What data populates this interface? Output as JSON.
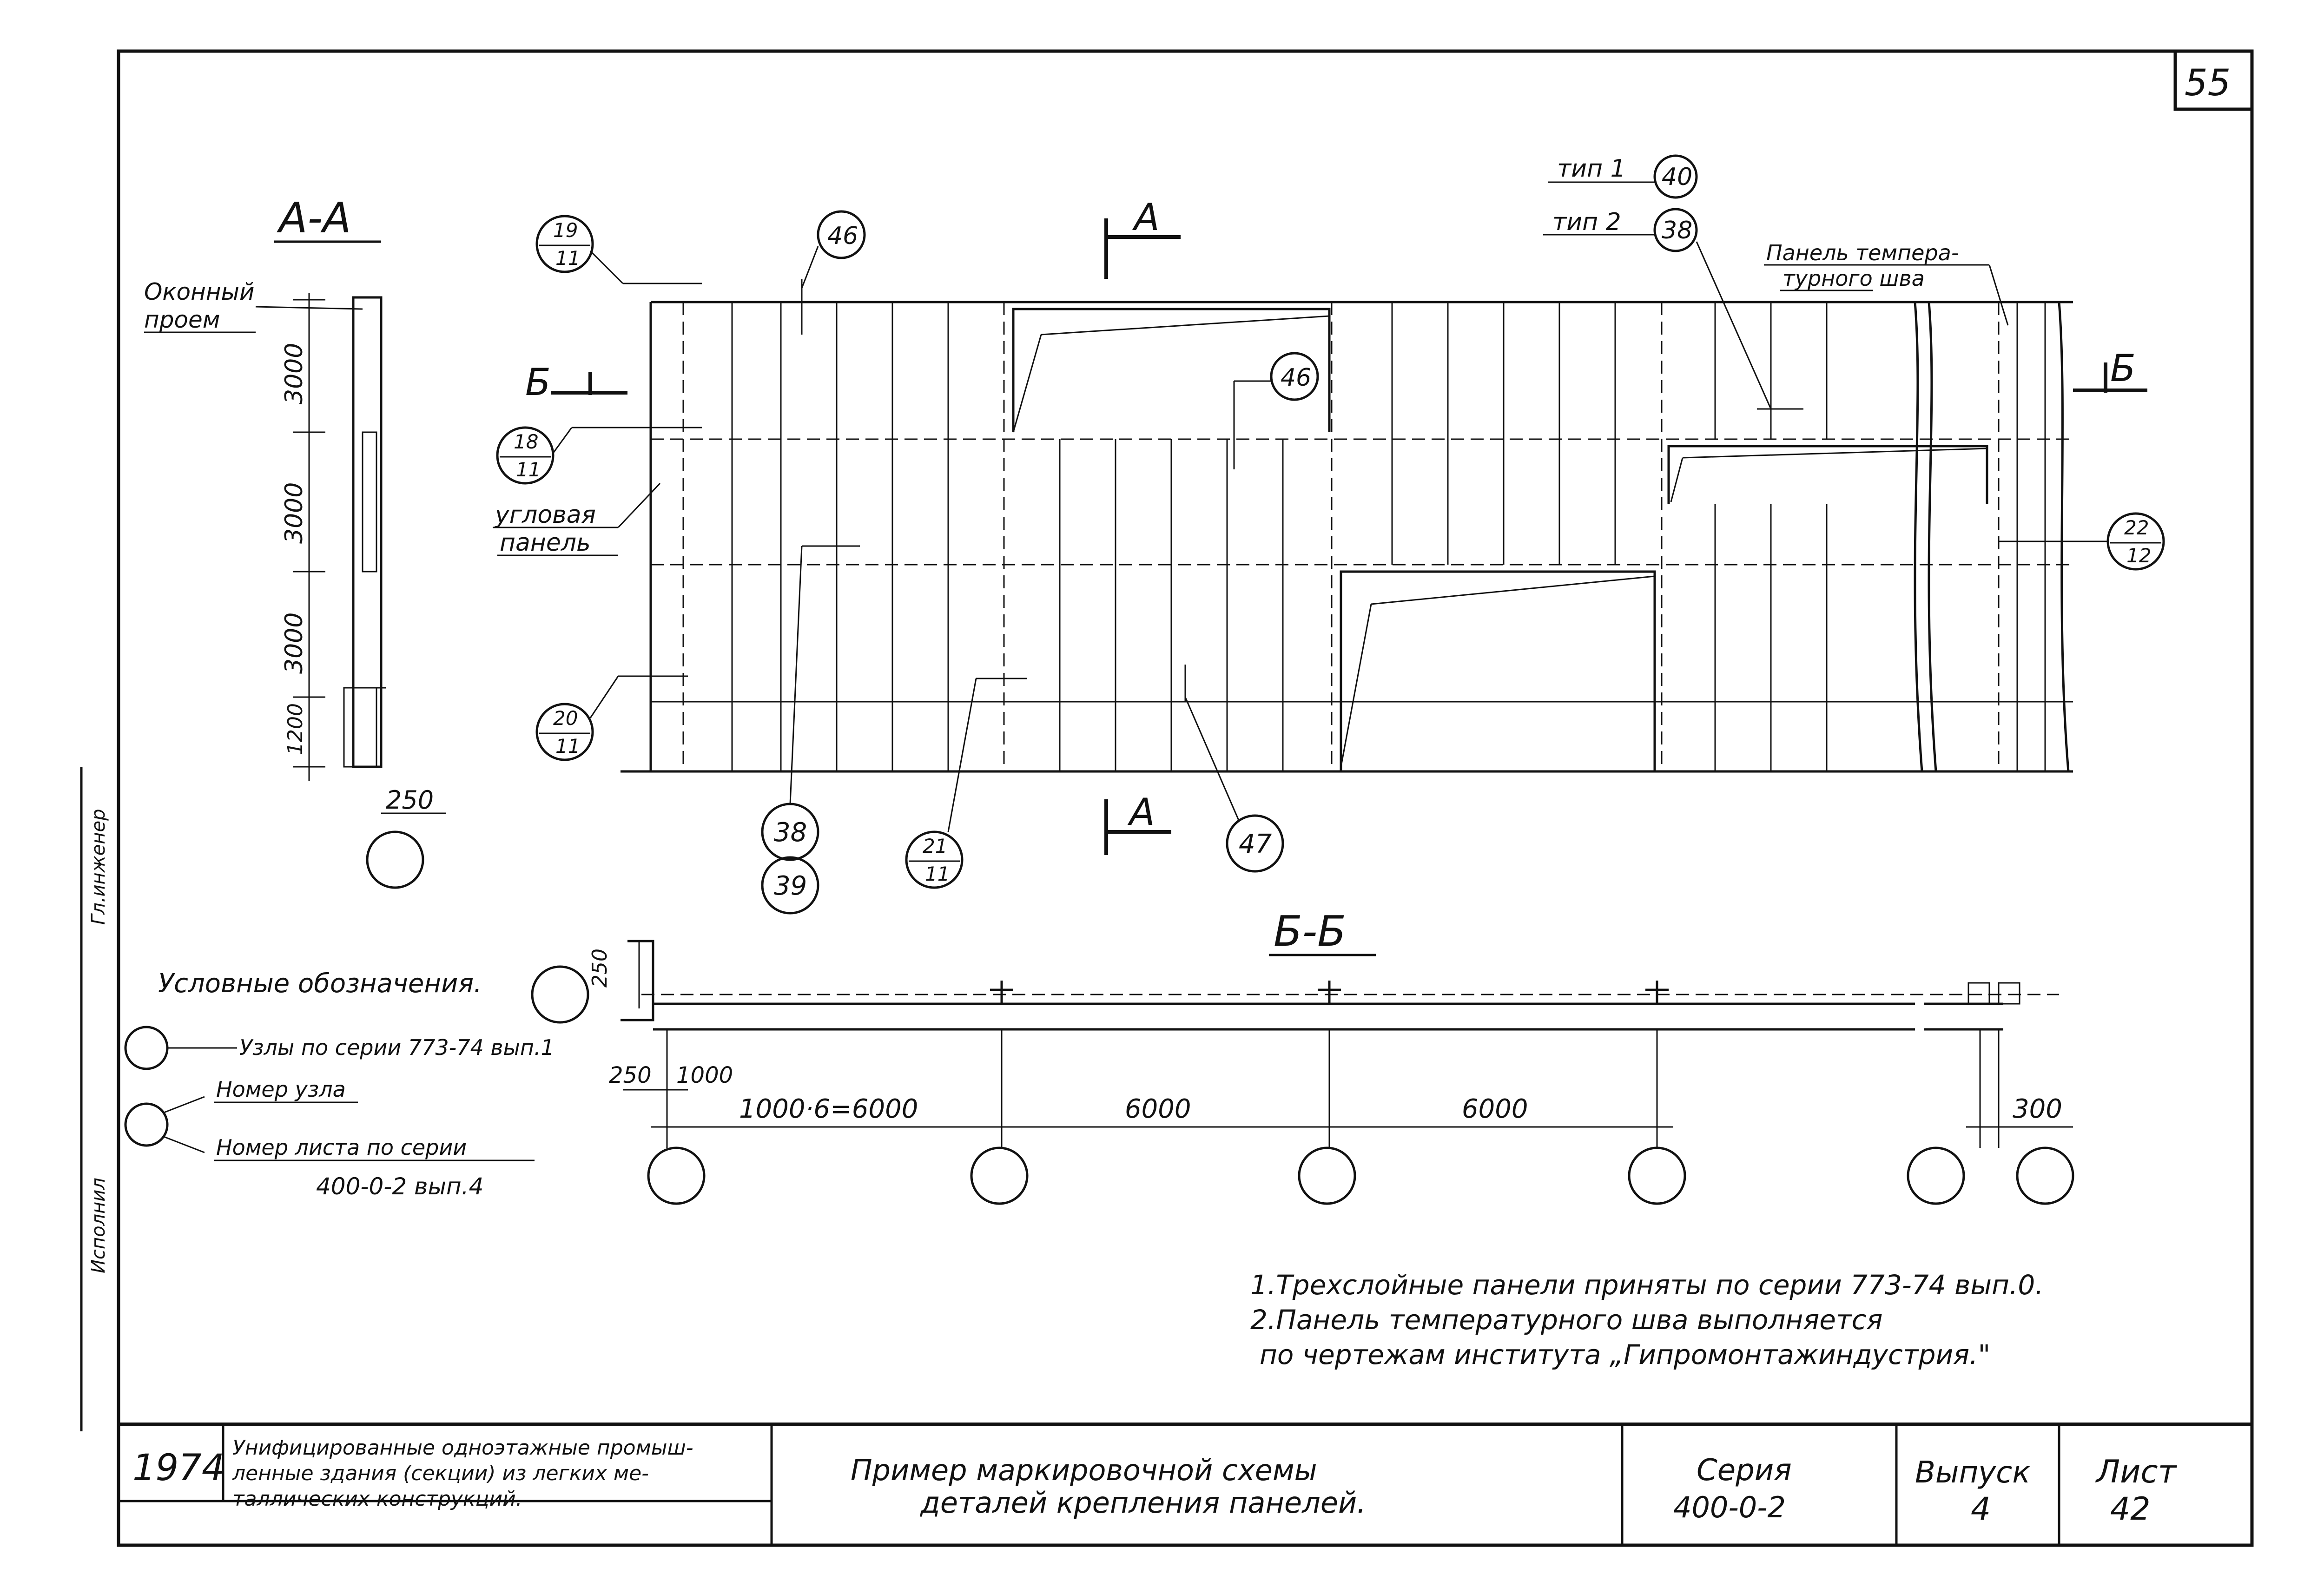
{
  "sheet_number": "55",
  "section_aa": {
    "title": "А-А",
    "window_label_1": "Оконный",
    "window_label_2": "проем",
    "dims": [
      "3000",
      "3000",
      "3000",
      "1200"
    ],
    "bottom_dim": "250"
  },
  "elevation": {
    "cut_a_top": "А",
    "cut_a_bottom": "А",
    "cut_b_left": "Б",
    "cut_b_right": "Б",
    "corner_panel_1": "угловая",
    "corner_panel_2": "панель",
    "type1_label": "тип 1",
    "type1_num": "40",
    "type2_label": "тип 2",
    "type2_num": "38",
    "temp_panel_1": "Панель темпера-",
    "temp_panel_2": "турного шва",
    "node_46a": "46",
    "node_46b": "46",
    "node_19": {
      "top": "19",
      "bottom": "11"
    },
    "node_18": {
      "top": "18",
      "bottom": "11"
    },
    "node_20": {
      "top": "20",
      "bottom": "11"
    },
    "node_21": {
      "top": "21",
      "bottom": "11"
    },
    "node_22": {
      "top": "22",
      "bottom": "12"
    },
    "node_38": "38",
    "node_39": "39",
    "node_47": "47"
  },
  "section_bb": {
    "title": "Б-Б",
    "dim_250_v": "250",
    "dim_250_h": "250",
    "dim_1000": "1000",
    "dim_1": "1000·6=6000",
    "dim_2": "6000",
    "dim_3": "6000",
    "dim_300": "300"
  },
  "legend": {
    "title": "Условные обозначения.",
    "item_1": "Узлы по серии 773-74 вып.1",
    "item_2": "Номер узла",
    "item_3": "Номер листа по серии",
    "item_4": "400-0-2 вып.4"
  },
  "notes": {
    "line_1": "1.Трехслойные панели приняты по серии 773-74 вып.0.",
    "line_2": "2.Панель температурного шва выполняется",
    "line_3": "по чертежам института „Гипромонтажиндустрия.\""
  },
  "side_labels": {
    "executor": "Исполнил",
    "checker": "Гл.инженер"
  },
  "title_block": {
    "year": "1974",
    "project_1": "Унифицированные одноэтажные промыш-",
    "project_2": "ленные здания (секции) из легких ме-",
    "project_3": "таллических конструкций.",
    "drawing_1": "Пример маркировочной схемы",
    "drawing_2": "деталей крепления панелей.",
    "series_label": "Серия",
    "series_value": "400-0-2",
    "issue_label": "Выпуск",
    "issue_value": "4",
    "sheet_label": "Лист",
    "sheet_value": "42"
  }
}
